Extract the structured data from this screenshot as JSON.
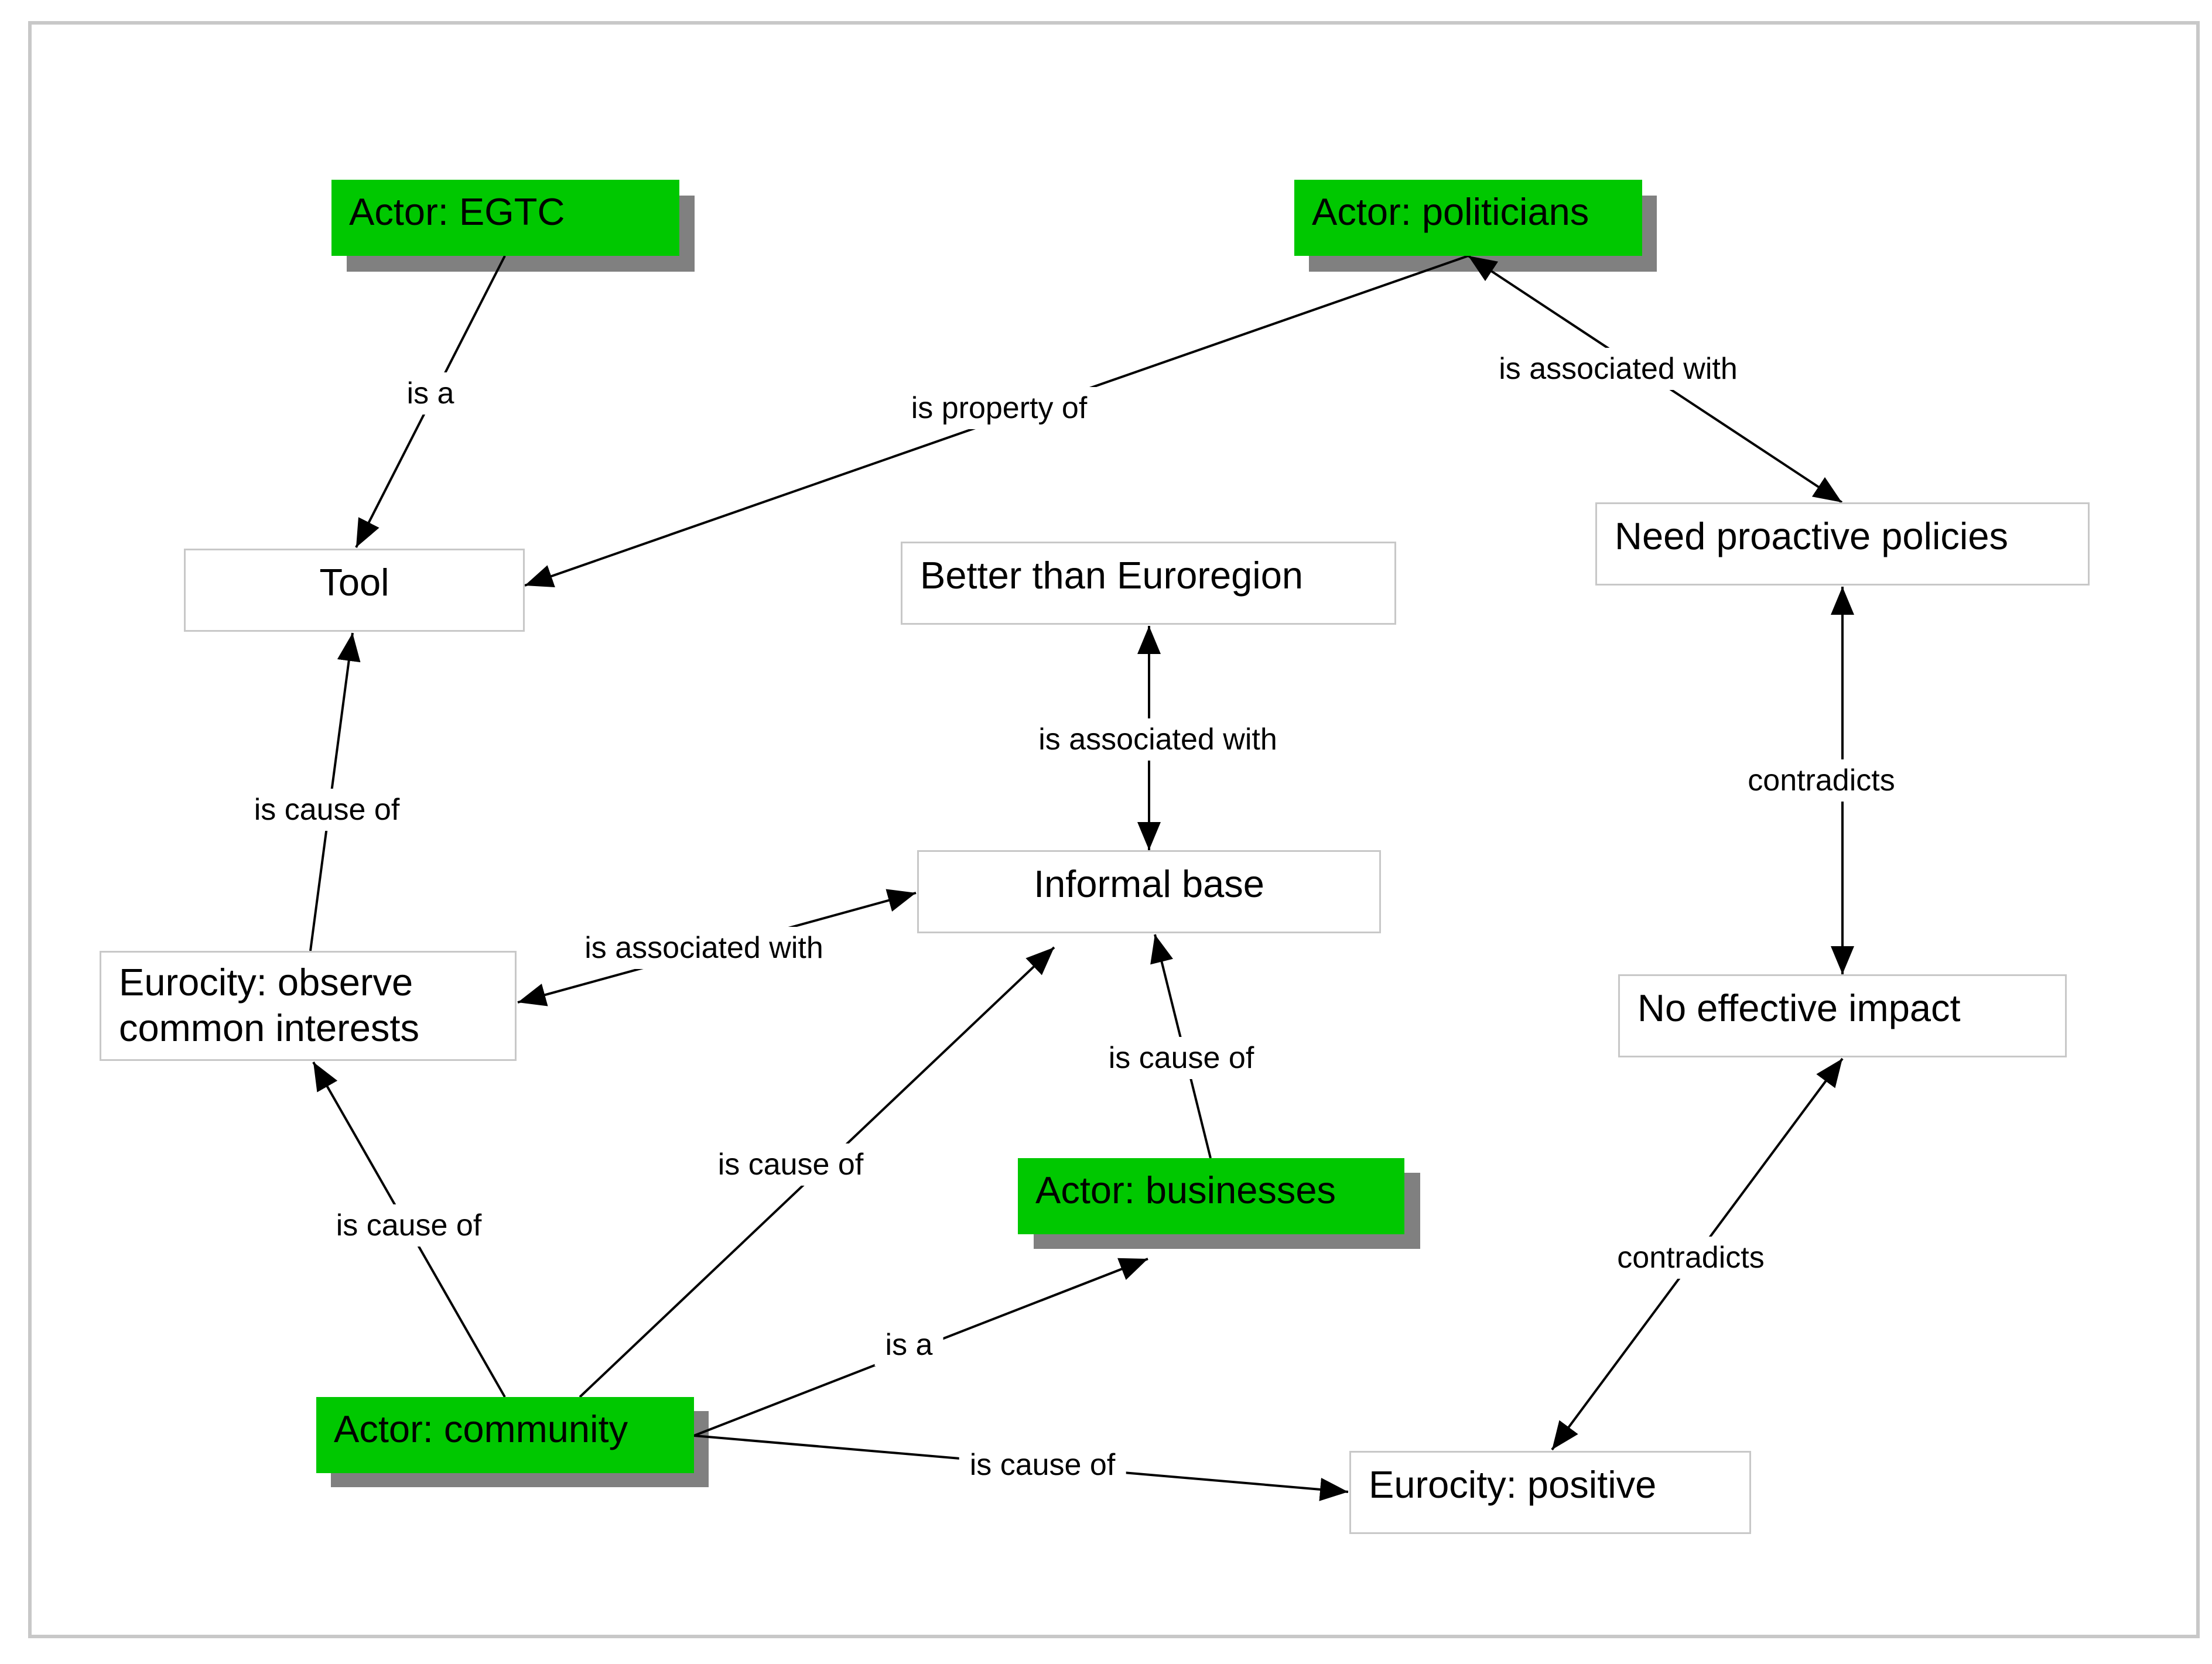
{
  "colors": {
    "actor_fill": "#00c800",
    "shadow": "#808080",
    "border": "#c8c8c8",
    "edge": "#000000"
  },
  "nodes": {
    "actor_egtc": "Actor: EGTC",
    "actor_politicians": "Actor: politicians",
    "tool": "Tool",
    "better_than_euroregion": "Better than Euroregion",
    "need_proactive_policies": "Need proactive policies",
    "informal_base": "Informal base",
    "eurocity_observe": "Eurocity: observe common interests",
    "no_effective_impact": "No effective impact",
    "actor_businesses": "Actor: businesses",
    "actor_community": "Actor: community",
    "eurocity_positive": "Eurocity: positive"
  },
  "edges": [
    {
      "id": "e1",
      "from": "actor_egtc",
      "to": "tool",
      "label": "is a",
      "bidirectional": false
    },
    {
      "id": "e2",
      "from": "actor_politicians",
      "to": "tool",
      "label": "is property of",
      "bidirectional": false
    },
    {
      "id": "e3",
      "from": "actor_politicians",
      "to": "need_proactive_policies",
      "label": "is associated with",
      "bidirectional": true
    },
    {
      "id": "e4",
      "from": "eurocity_observe",
      "to": "tool",
      "label": "is cause of",
      "bidirectional": false
    },
    {
      "id": "e5",
      "from": "informal_base",
      "to": "better_than_euroregion",
      "label": "is associated with",
      "bidirectional": true
    },
    {
      "id": "e6",
      "from": "need_proactive_policies",
      "to": "no_effective_impact",
      "label": "contradicts",
      "bidirectional": true
    },
    {
      "id": "e7",
      "from": "eurocity_observe",
      "to": "informal_base",
      "label": "is associated with",
      "bidirectional": true
    },
    {
      "id": "e8",
      "from": "actor_businesses",
      "to": "informal_base",
      "label": "is cause of",
      "bidirectional": false
    },
    {
      "id": "e9",
      "from": "actor_community",
      "to": "informal_base",
      "label": "is cause of",
      "bidirectional": false
    },
    {
      "id": "e10",
      "from": "actor_community",
      "to": "eurocity_observe",
      "label": "is cause of",
      "bidirectional": false
    },
    {
      "id": "e11",
      "from": "actor_community",
      "to": "actor_businesses",
      "label": "is a",
      "bidirectional": false
    },
    {
      "id": "e12",
      "from": "actor_community",
      "to": "eurocity_positive",
      "label": "is cause of",
      "bidirectional": false
    },
    {
      "id": "e13",
      "from": "eurocity_positive",
      "to": "no_effective_impact",
      "label": "contradicts",
      "bidirectional": true
    }
  ]
}
